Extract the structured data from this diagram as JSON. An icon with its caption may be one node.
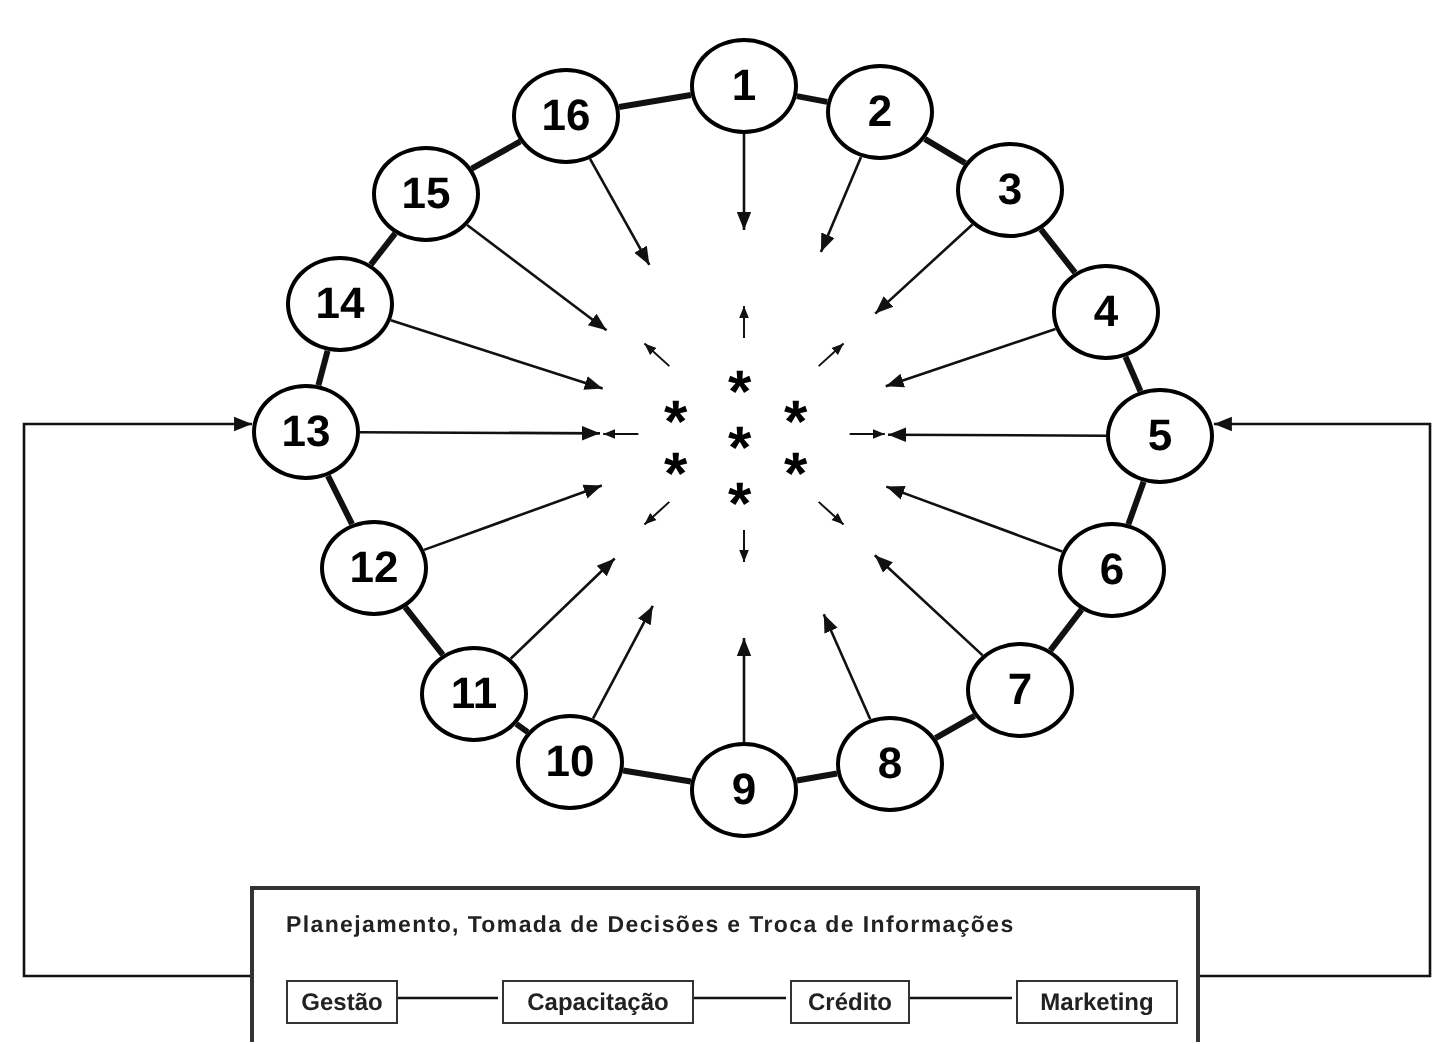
{
  "diagram": {
    "nodes": [
      {
        "text": [
          "1"
        ]
      },
      {
        "text": [
          "2"
        ]
      },
      {
        "text": [
          "3"
        ]
      },
      {
        "text": [
          "4"
        ]
      },
      {
        "text": [
          "5"
        ]
      },
      {
        "text": [
          "6"
        ]
      },
      {
        "text": [
          "7"
        ]
      },
      {
        "text": [
          "8"
        ]
      },
      {
        "text": [
          "9"
        ]
      },
      {
        "text": [
          "10"
        ]
      },
      {
        "text": [
          "11"
        ]
      },
      {
        "text": [
          "12"
        ]
      },
      {
        "text": [
          "13"
        ]
      },
      {
        "text": [
          "14"
        ]
      },
      {
        "text": [
          "15"
        ]
      },
      {
        "text": [
          "16"
        ]
      },
      {
        "text": [
          "Planejamento, Tomada de Decisões e Troca de Informações"
        ]
      },
      {
        "text": [
          "Gestão"
        ],
        "in": 16
      },
      {
        "text": [
          "Capacitação"
        ],
        "in": 16
      },
      {
        "text": [
          "Crédito"
        ],
        "in": 16
      },
      {
        "text": [
          "Marketing"
        ],
        "in": 16
      }
    ],
    "edges": [
      {
        "from": 0,
        "to": 1,
        "arrow": "none",
        "style": "thick"
      },
      {
        "from": 1,
        "to": 2,
        "arrow": "none",
        "style": "thick"
      },
      {
        "from": 2,
        "to": 3,
        "arrow": "none",
        "style": "thick"
      },
      {
        "from": 3,
        "to": 4,
        "arrow": "none",
        "style": "thick"
      },
      {
        "from": 4,
        "to": 5,
        "arrow": "none",
        "style": "thick"
      },
      {
        "from": 5,
        "to": 6,
        "arrow": "none",
        "style": "thick"
      },
      {
        "from": 6,
        "to": 7,
        "arrow": "none",
        "style": "thick"
      },
      {
        "from": 7,
        "to": 8,
        "arrow": "none",
        "style": "thick"
      },
      {
        "from": 8,
        "to": 9,
        "arrow": "none",
        "style": "thick"
      },
      {
        "from": 9,
        "to": 10,
        "arrow": "none",
        "style": "thick"
      },
      {
        "from": 10,
        "to": 11,
        "arrow": "none",
        "style": "thick"
      },
      {
        "from": 11,
        "to": 12,
        "arrow": "none",
        "style": "thick"
      },
      {
        "from": 12,
        "to": 13,
        "arrow": "none",
        "style": "thick"
      },
      {
        "from": 13,
        "to": 14,
        "arrow": "none",
        "style": "thick"
      },
      {
        "from": 14,
        "to": 15,
        "arrow": "none",
        "style": "thick"
      },
      {
        "from": 15,
        "to": 0,
        "arrow": "none",
        "style": "thick"
      },
      {
        "from": 0,
        "to": null,
        "arrow": "to"
      },
      {
        "from": 1,
        "to": null,
        "arrow": "to"
      },
      {
        "from": 2,
        "to": null,
        "arrow": "to"
      },
      {
        "from": 3,
        "to": null,
        "arrow": "to"
      },
      {
        "from": 4,
        "to": null,
        "arrow": "to"
      },
      {
        "from": 5,
        "to": null,
        "arrow": "to"
      },
      {
        "from": 6,
        "to": null,
        "arrow": "to"
      },
      {
        "from": 7,
        "to": null,
        "arrow": "to"
      },
      {
        "from": 8,
        "to": null,
        "arrow": "to"
      },
      {
        "from": 9,
        "to": null,
        "arrow": "to"
      },
      {
        "from": 10,
        "to": null,
        "arrow": "to"
      },
      {
        "from": 11,
        "to": null,
        "arrow": "to"
      },
      {
        "from": 12,
        "to": null,
        "arrow": "to"
      },
      {
        "from": 13,
        "to": null,
        "arrow": "to"
      },
      {
        "from": 14,
        "to": null,
        "arrow": "to"
      },
      {
        "from": 15,
        "to": null,
        "arrow": "to"
      },
      {
        "from": 16,
        "to": 12,
        "arrow": "to"
      },
      {
        "from": 16,
        "to": 4,
        "arrow": "to"
      },
      {
        "from": 17,
        "to": 18,
        "arrow": "none"
      },
      {
        "from": 18,
        "to": 19,
        "arrow": "none"
      },
      {
        "from": 19,
        "to": 20,
        "arrow": "none"
      }
    ],
    "labels": [
      "*",
      "*",
      "*",
      "*",
      "*",
      "*",
      "*"
    ]
  }
}
